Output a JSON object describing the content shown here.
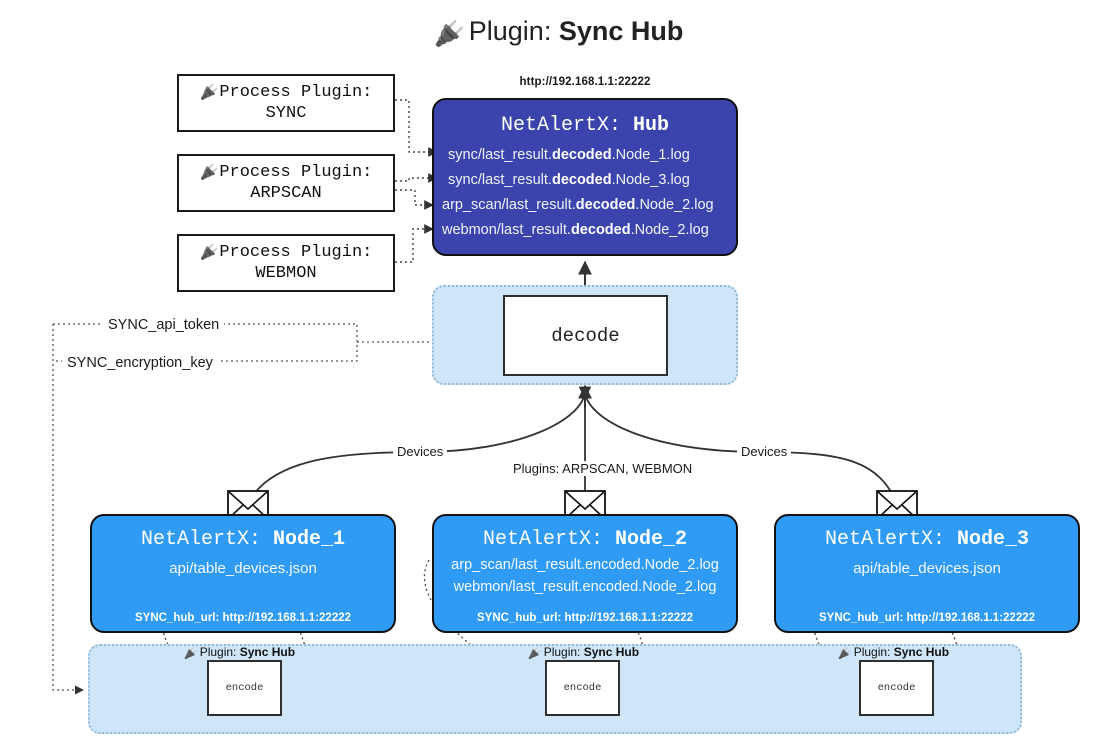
{
  "title": {
    "icon": "plug-icon",
    "prefix": "Plugin:",
    "name": "Sync Hub"
  },
  "process_plugins": [
    {
      "icon": "plug-icon",
      "label": "Process Plugin:",
      "name": "SYNC"
    },
    {
      "icon": "plug-icon",
      "label": "Process Plugin:",
      "name": "ARPSCAN"
    },
    {
      "icon": "plug-icon",
      "label": "Process Plugin:",
      "name": "WEBMON"
    }
  ],
  "hub": {
    "url": "http://192.168.1.1:22222",
    "title_prefix": "NetAlertX:",
    "title_name": "Hub",
    "logs": [
      {
        "pre": "sync/last_result.",
        "mid": "decoded",
        "post": ".Node_1.log"
      },
      {
        "pre": "sync/last_result.",
        "mid": "decoded",
        "post": ".Node_3.log"
      },
      {
        "pre": "arp_scan/last_result.",
        "mid": "decoded",
        "post": ".Node_2.log"
      },
      {
        "pre": "webmon/last_result.",
        "mid": "decoded",
        "post": ".Node_2.log"
      }
    ]
  },
  "decode": {
    "label": "decode"
  },
  "keys": {
    "api_token": "SYNC_api_token",
    "encryption_key": "SYNC_encryption_key"
  },
  "edge_labels": {
    "devices_left": "Devices",
    "devices_right": "Devices",
    "plugins_center": "Plugins: ARPSCAN, WEBMON"
  },
  "nodes": [
    {
      "title_prefix": "NetAlertX:",
      "title_name": "Node_1",
      "lines": [
        "api/table_devices.json"
      ],
      "hub_url": "SYNC_hub_url: http://192.168.1.1:22222"
    },
    {
      "title_prefix": "NetAlertX:",
      "title_name": "Node_2",
      "lines": [
        "arp_scan/last_result.encoded.Node_2.log",
        "webmon/last_result.encoded.Node_2.log"
      ],
      "hub_url": "SYNC_hub_url: http://192.168.1.1:22222"
    },
    {
      "title_prefix": "NetAlertX:",
      "title_name": "Node_3",
      "lines": [
        "api/table_devices.json"
      ],
      "hub_url": "SYNC_hub_url: http://192.168.1.1:22222"
    }
  ],
  "encoders": [
    {
      "caption_prefix": "Plugin:",
      "caption_name": "Sync Hub",
      "label": "encode"
    },
    {
      "caption_prefix": "Plugin:",
      "caption_name": "Sync Hub",
      "label": "encode"
    },
    {
      "caption_prefix": "Plugin:",
      "caption_name": "Sync Hub",
      "label": "encode"
    }
  ],
  "colors": {
    "hub_fill": "#3b44ad",
    "node_fill": "#2f9bf5",
    "container_fill": "#cfe6f8",
    "container_border": "#8fb8d6",
    "stroke": "#333333",
    "background": "#ffffff"
  }
}
